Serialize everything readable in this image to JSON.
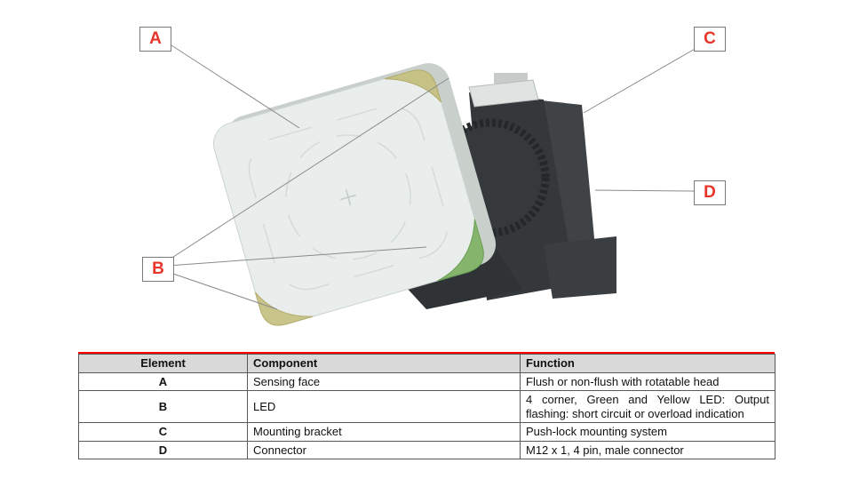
{
  "diagram": {
    "callouts": [
      {
        "label": "A"
      },
      {
        "label": "B"
      },
      {
        "label": "C"
      },
      {
        "label": "D"
      }
    ],
    "parts": {
      "sensor_head": "white cube sensing head with rotatable face",
      "leds": "corner LEDs green and yellow",
      "bracket": "dark mounting bracket",
      "connector": "M12 connector area"
    }
  },
  "table": {
    "headers": {
      "element": "Element",
      "component": "Component",
      "function": "Function"
    },
    "rows": [
      {
        "element": "A",
        "component": "Sensing face",
        "function": "Flush or non-flush with rotatable head"
      },
      {
        "element": "B",
        "component": "LED",
        "function": "4 corner, Green and Yellow LED: Output flashing: short circuit or overload indication"
      },
      {
        "element": "C",
        "component": "Mounting bracket",
        "function": "Push-lock mounting system"
      },
      {
        "element": "D",
        "component": "Connector",
        "function": "M12 x 1, 4 pin, male connector"
      }
    ]
  },
  "colors": {
    "callout_text": "#e8352a",
    "accent_red": "#ff0000",
    "table_header_bg": "#d9d9d9",
    "table_border": "#595959",
    "led_green": "#85b56c",
    "led_yellow": "#c9c489",
    "sensor_body": "#e9edeb",
    "bracket_dark": "#3a3e40",
    "line_gray": "#8a8a8a"
  }
}
